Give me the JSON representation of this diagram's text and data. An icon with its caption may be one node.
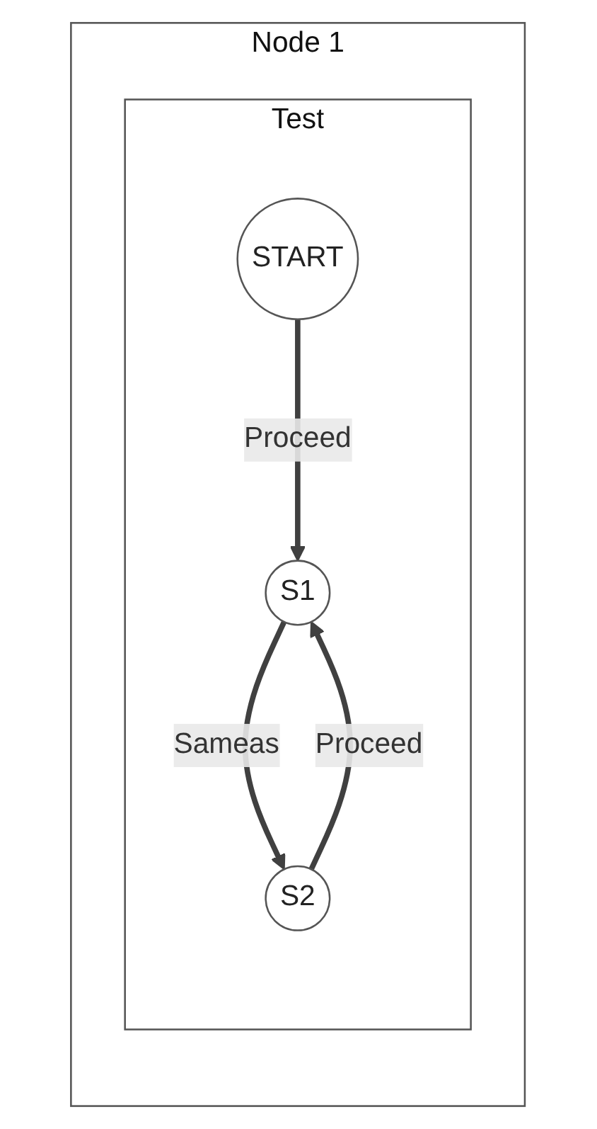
{
  "diagram": {
    "nodes": [
      {
        "text": [
          "Node 1"
        ]
      },
      {
        "text": [
          "Test"
        ],
        "in": 0
      },
      {
        "text": [
          "START"
        ],
        "in": 1
      },
      {
        "text": [
          "S1"
        ],
        "in": 1
      },
      {
        "text": [
          "S2"
        ],
        "in": 1
      }
    ],
    "edges": [
      {
        "from": 2,
        "to": 3,
        "arrow": "to",
        "label": "Proceed"
      },
      {
        "from": 3,
        "to": 4,
        "arrow": "to",
        "label": "Sameas"
      },
      {
        "from": 4,
        "to": 3,
        "arrow": "to",
        "label": "Proceed"
      }
    ]
  }
}
